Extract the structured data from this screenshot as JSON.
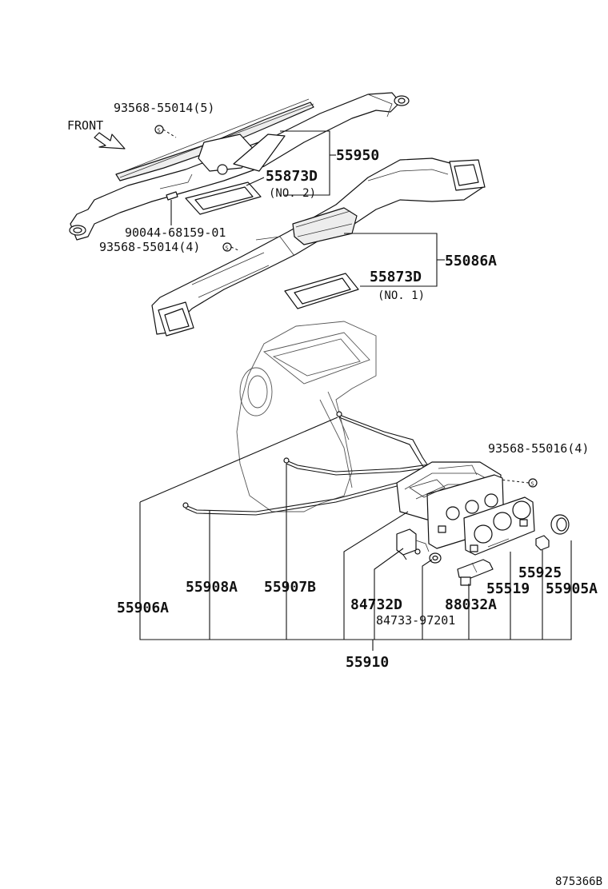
{
  "front_label": "FRONT",
  "drawing_number": "875366B",
  "labels": {
    "p93568_55014_5": "93568-55014(5)",
    "p55950": "55950",
    "p55873d_top": "55873D",
    "no2": "(NO. 2)",
    "p90044": "90044-68159-01",
    "p93568_55014_4": "93568-55014(4)",
    "p55086a": "55086A",
    "p55873d_bottom": "55873D",
    "no1": "(NO. 1)",
    "p93568_55016_4": "93568-55016(4)",
    "p55908a": "55908A",
    "p55907b": "55907B",
    "p55906a": "55906A",
    "p84732d": "84732D",
    "p84733": "84733-97201",
    "p88032a": "88032A",
    "p55519": "55519",
    "p55925": "55925",
    "p55905a": "55905A",
    "p55910": "55910"
  },
  "icons": [
    "screw-symbol-icon",
    "front-arrow-icon"
  ]
}
